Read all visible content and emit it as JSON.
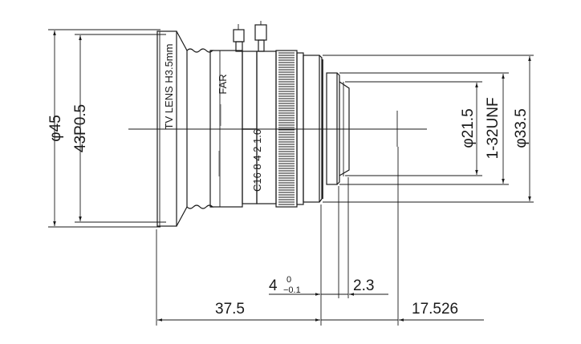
{
  "diagram": {
    "type": "lens-dimension-drawing",
    "lens_label": "TV LENS H3.5mm",
    "focus_label": "FAR",
    "aperture_scale": [
      "C",
      "16",
      "8",
      "4",
      "2",
      "1.6"
    ],
    "aperture_scale_text": "C16  8  4  2  1.6",
    "dimensions": {
      "outer_diameter": "φ45",
      "filter_thread": "43P0.5",
      "inner_diameter": "φ21.5",
      "mount_thread": "1-32UNF",
      "body_diameter": "φ33.5",
      "flange_length": "4",
      "flange_tol_upper": "0",
      "flange_tol_lower": "−0.1",
      "mount_depth": "2.3",
      "lens_length": "37.5",
      "back_focal": "17.526"
    },
    "line_color": "#1a1a1a",
    "background": "#ffffff"
  }
}
